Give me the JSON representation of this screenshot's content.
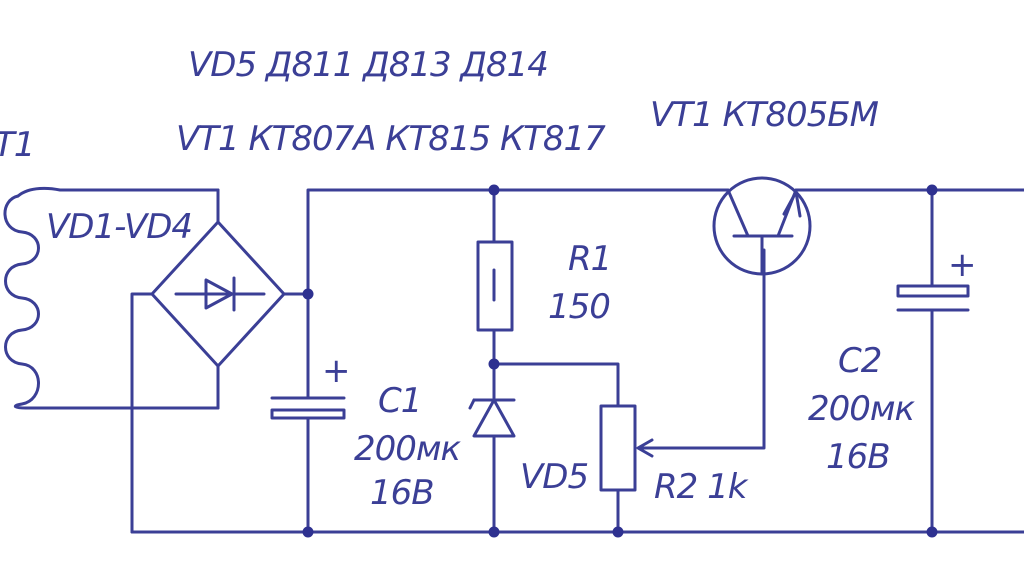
{
  "labels": {
    "vd5_variants": "VD5 Д811 Д813 Д814",
    "vt1_variants": "VT1 КТ807А КТ815 КТ817",
    "vt1_main": "VT1 КТ805БМ",
    "bridge": "VD1-VD4",
    "transformer_partial": "Т1",
    "r1_name": "R1",
    "r1_value": "150",
    "c1_name": "C1",
    "c1_cap": "200мк",
    "c1_volt": "16В",
    "vd5": "VD5",
    "r2": "R2 1k",
    "c2_name": "C2",
    "c2_cap": "200мк",
    "c2_volt": "16В",
    "plus_c1": "+",
    "plus_c2": "+"
  },
  "colors": {
    "ink": "#3b3f96",
    "background": "#ffffff"
  }
}
